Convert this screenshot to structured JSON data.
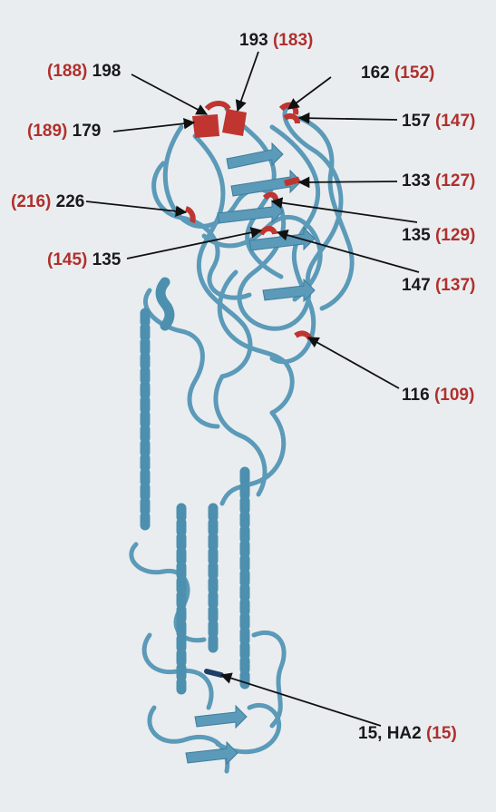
{
  "colors": {
    "background": "#e9edf0",
    "ribbon": "#5b9ab8",
    "ribbon_dark": "#3f7d9c",
    "highlight": "#c0352f",
    "marker_dark": "#1e3f66",
    "label_black": "#1a1a1a",
    "label_red": "#b0302c"
  },
  "labels": {
    "l193": {
      "black": "193",
      "red": "(183)"
    },
    "l188": {
      "red": "(188)",
      "black": "198"
    },
    "l162": {
      "black": "162",
      "red": "(152)"
    },
    "l189": {
      "red": "(189)",
      "black": "179"
    },
    "l157": {
      "black": "157",
      "red": "(147)"
    },
    "l133": {
      "black": "133",
      "red": "(127)"
    },
    "l216": {
      "red": "(216)",
      "black": "226"
    },
    "l135r": {
      "black": "135",
      "red": "(129)"
    },
    "l145": {
      "red": "(145)",
      "black": "135"
    },
    "l147": {
      "black": "147",
      "red": "(137)"
    },
    "l116": {
      "black": "116",
      "red": "(109)"
    },
    "lha2": {
      "black": "15, HA2",
      "red": "(15)"
    }
  }
}
